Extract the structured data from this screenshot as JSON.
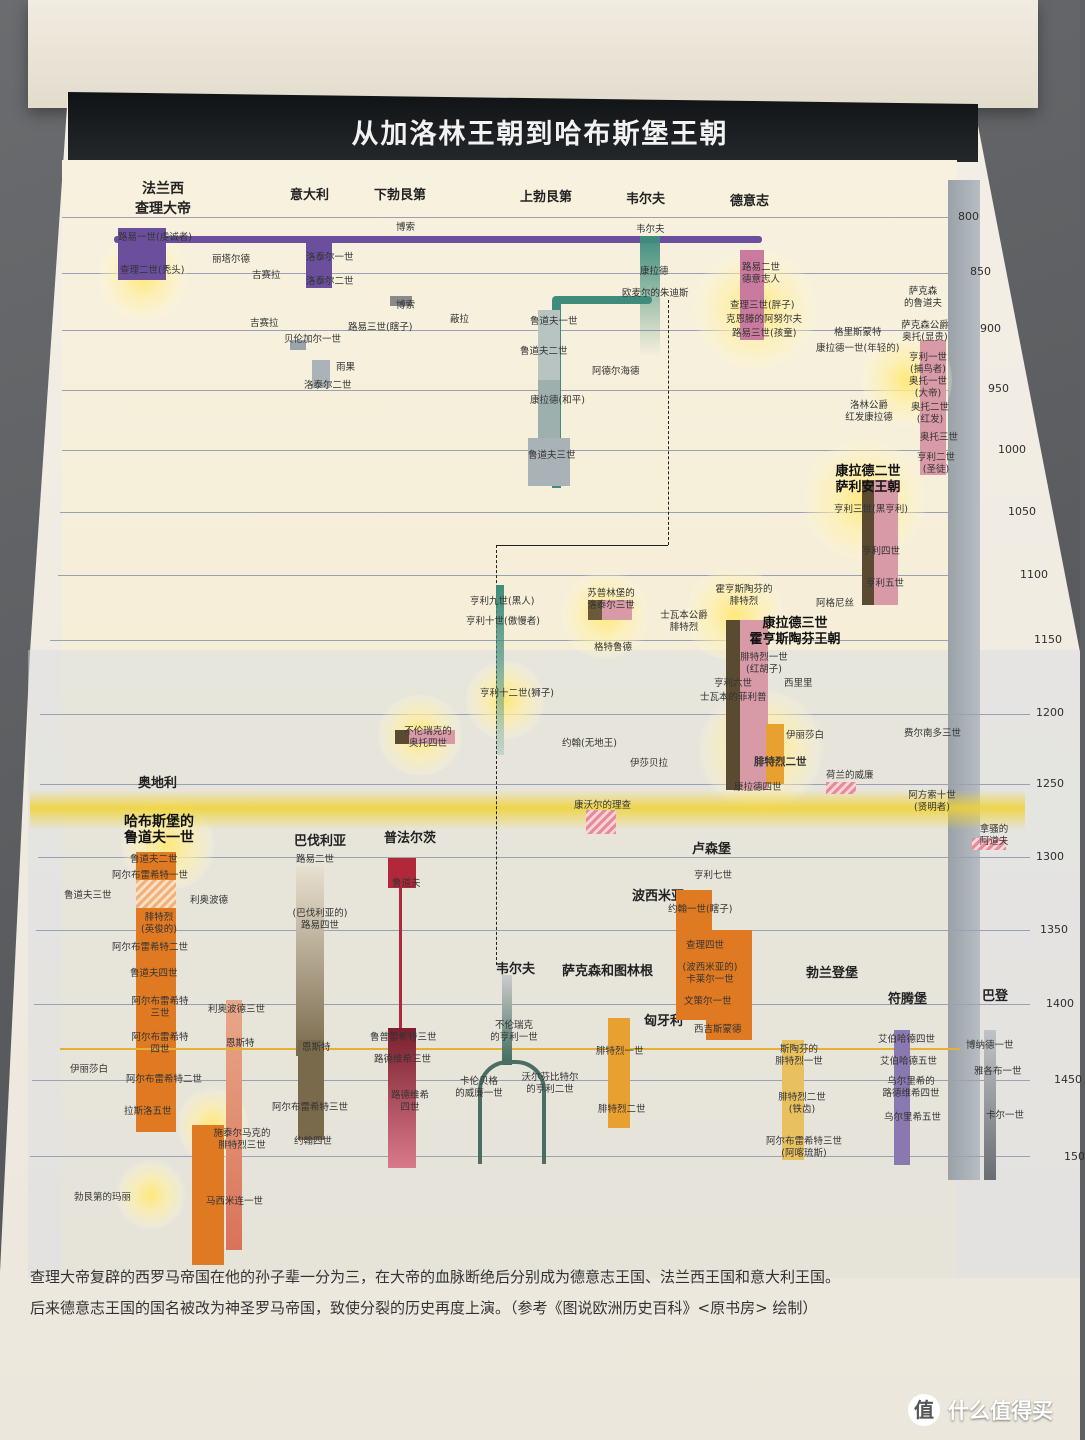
{
  "title": "从加洛林王朝到哈布斯堡王朝",
  "years": [
    "800",
    "850",
    "900",
    "950",
    "1000",
    "1050",
    "1100",
    "1150",
    "1200",
    "1250",
    "1300",
    "1350",
    "1400",
    "1450",
    "150"
  ],
  "regions": {
    "france": "法兰西",
    "charlemagne": "查理大帝",
    "italy": "意大利",
    "lower_burgundy": "下勃艮第",
    "upper_burgundy": "上勃艮第",
    "welf": "韦尔夫",
    "germany": "德意志",
    "austria": "奥地利",
    "bavaria": "巴伐利亚",
    "brandenburg": "普法尔茨",
    "luxembourg": "卢森堡",
    "bohemia": "波西米亚",
    "welf2": "韦尔夫",
    "saxony": "萨克森和图林根",
    "hungary": "匈牙利",
    "poland": "勃兰登堡",
    "wurttemberg": "符腾堡",
    "baden": "巴登"
  },
  "dynasties": {
    "salian": "康拉德二世\n萨利安王朝",
    "hohenstaufen": "康拉德三世\n霍亨斯陶芬王朝",
    "habsburg": "哈布斯堡的\n鲁道夫一世"
  },
  "labels": {
    "louis1": "路易一世(虔诚者)",
    "lothar1": "洛泰尔一世",
    "lothar2": "洛泰尔二世",
    "charles_bald": "查理二世(秃头)",
    "boso": "博索",
    "boso2": "博索",
    "louis_blind": "路易三世(瞎子)",
    "verona": "蔽拉",
    "berengar": "贝伦加尔一世",
    "lothar_it": "洛泰尔二世",
    "guy": "吉赛拉",
    "guy2": "吉赛拉",
    "lisa": "丽塔尔德",
    "hugo": "雨果",
    "rudolf1": "鲁道夫一世",
    "rudolf2": "鲁道夫二世",
    "conrad_peace": "康拉德(和平)",
    "rudolf3": "鲁道夫三世",
    "adelheid": "阿德尔海德",
    "welf_top": "韦尔夫",
    "conrad_w": "康拉德",
    "judith": "欧麦尔的朱迪斯",
    "louis2_german": "路易二世\n德意志人",
    "charles3": "查理三世(胖子)",
    "arnulf": "克恩滕的阿努尔夫",
    "louis3_child": "路易三世(孩童)",
    "conrad1": "康拉德一世(年轻的)",
    "gregory": "格里斯蒙特",
    "saxony_duke": "萨克森\n的鲁道夫",
    "otto_saxon": "萨克森公爵\n奥托(显贵)",
    "henry1": "亨利一世\n(捕鸟者)",
    "otto1": "奥托一世\n(大帝)",
    "otto2": "奥托二世\n(红发)",
    "otto3": "奥托三世",
    "henry2": "亨利二世\n(圣徒)",
    "lotharingia": "洛林公爵\n红发康拉德",
    "henry3": "亨利三世(黑亨利)",
    "henry4": "亨利四世",
    "henry5": "亨利五世",
    "agnes": "阿格尼丝",
    "henry9": "亨利九世(黑人)",
    "henry10": "亨利十世(傲慢者)",
    "supplinburg": "苏普林堡的\n洛泰尔三世",
    "gertrude": "格特鲁德",
    "hohenstaufen_duke": "霍亨斯陶芬的\n腓特烈",
    "swabia": "士瓦本公爵\n腓特烈",
    "barbarossa": "腓特烈一世\n(红胡子)",
    "henry6": "亨利六世",
    "beatrice": "西里里",
    "philip": "士瓦本的菲利普",
    "henry12": "亨利十二世(狮子)",
    "otto4": "不伦瑞克的\n奥托四世",
    "john": "约翰(无地王)",
    "isabella": "伊莎贝拉",
    "frederick2": "腓特烈二世",
    "conrad4": "康拉德四世",
    "irene": "伊丽莎白",
    "william_holland": "荷兰的威廉",
    "ferdinand3": "费尔南多三世",
    "alfonso10": "阿方索十世\n(贤明者)",
    "cornwall": "康沃尔的理查",
    "nassau": "拿骚的\n阿道夫",
    "rudolf_habsburg2": "鲁道夫二世",
    "albrecht1": "阿尔布雷希特一世",
    "rudolf3h": "鲁道夫三世",
    "frederick_fair": "腓特烈\n(英俊的)",
    "leopold": "利奥波德",
    "albrecht2": "阿尔布雷希特二世",
    "rudolf4": "鲁道夫四世",
    "albrecht3": "阿尔布雷希特\n三世",
    "leopold3": "利奥波德三世",
    "albrecht4": "阿尔布雷希特\n四世",
    "ernst": "恩斯特",
    "elizabeth": "伊丽莎白",
    "albrecht5": "阿尔布雷希特二世",
    "ladislaus": "拉斯洛五世",
    "frederick3": "施泰尔马克的\n腓特烈三世",
    "maximilian1": "马西米连一世",
    "mary": "勃艮第的玛丽",
    "louis2_bav": "路易二世",
    "louis4_bav": "(巴伐利亚的)\n路易四世",
    "stephan": "恩斯特",
    "albrecht_bav": "阿尔布雷希特三世",
    "john4": "约翰四世",
    "rudolf_pf": "鲁道夫",
    "rupert3": "鲁普雷希特三世",
    "ludwig3": "路德维希三世",
    "ludwig4": "路德维希\n四世",
    "henry7": "亨利七世",
    "john_blind": "约翰一世(瞎子)",
    "charles4": "查理四世",
    "wenceslas": "(波西米亚的)\n卡莱尔一世",
    "wenzel": "文策尔一世",
    "sigismund": "西吉斯蒙德",
    "brunswick": "不伦瑞克\n的亨利一世",
    "kalenberg": "卡伦贝格\n的威廉一世",
    "wolfenbuttel": "沃尔芬比特尔\n的亨利二世",
    "fred_saxony1": "腓特烈一世",
    "fred_saxony2": "腓特烈二世",
    "hohenzollern": "斯陶芬的\n腓特烈一世",
    "fred_iron": "腓特烈二世\n(铁齿)",
    "albrecht_achilles": "阿尔布雷希特三世\n(阿喀琉斯)",
    "eberhard4": "艾伯哈德四世",
    "eberhard5": "艾伯哈德五世",
    "ulrich": "乌尔里希的\n路德维希四世",
    "eberhard_v": "乌尔里希五世",
    "bernhard": "博纳德一世",
    "jakob": "雅各布一世",
    "karl1": "卡尔一世"
  },
  "caption": [
    "查理大帝复辟的西罗马帝国在他的孙子辈一分为三，在大帝的血脉断绝后分别成为德意志王国、法兰西王国和意大利王国。",
    "后来德意志王国的国名被改为神圣罗马帝国，致使分裂的历史再度上演。（参考《图说欧洲历史百科》<原书房> 绘制）"
  ],
  "watermark": {
    "logo": "值",
    "text": "什么值得买"
  },
  "colors": {
    "purple": "#6b4f9c",
    "teal": "#3f8c7c",
    "pink": "#d89aa6",
    "orange": "#e07a22",
    "crimson": "#b0283a",
    "olive": "#7a6a4c",
    "gold": "#e8b030"
  }
}
